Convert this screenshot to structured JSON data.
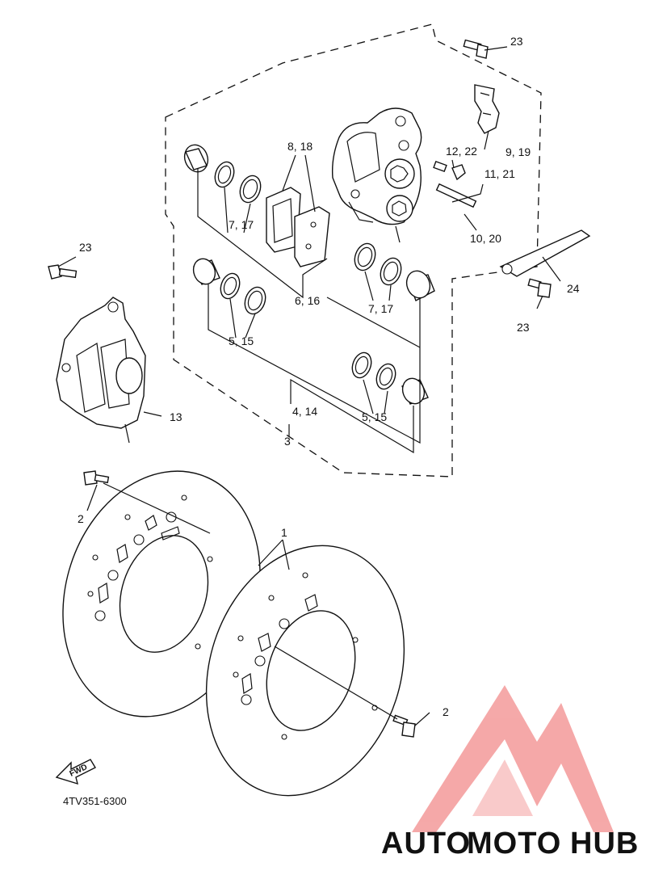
{
  "diagram_code": "4TV351-6300",
  "fwd_label": "FWD",
  "watermark": {
    "part1": "AUTO",
    "part2": "MOTO",
    "part3": "HUB",
    "color_light": "#f4b73f",
    "color_main": "#ef6f6f",
    "color_dark": "#555555"
  },
  "callouts": {
    "c1": "1",
    "c2a": "2",
    "c2b": "2",
    "c3": "3",
    "c4_14": "4, 14",
    "c5_15a": "5, 15",
    "c5_15b": "5, 15",
    "c6_16": "6, 16",
    "c7_17a": "7, 17",
    "c7_17b": "7, 17",
    "c8_18": "8, 18",
    "c9_19": "9, 19",
    "c10_20": "10, 20",
    "c11_21": "11, 21",
    "c12_22": "12, 22",
    "c13": "13",
    "c23a": "23",
    "c23b": "23",
    "c23c": "23",
    "c24": "24"
  }
}
